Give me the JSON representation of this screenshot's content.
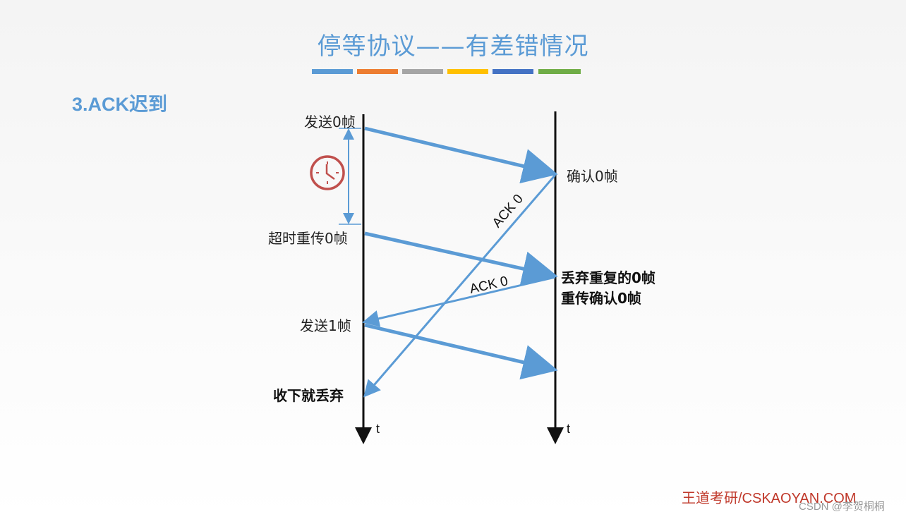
{
  "title": "停等协议——有差错情况",
  "subtitle": "3.ACK迟到",
  "color_bar": [
    "#5b9bd5",
    "#ed7d31",
    "#a5a5a5",
    "#ffc000",
    "#4472c4",
    "#70ad47"
  ],
  "sender_labels": {
    "send0": "发送0帧",
    "timeout": "超时重传0帧",
    "send1": "发送1帧",
    "discard": "收下就丢弃"
  },
  "receiver_labels": {
    "confirm0": "确认0帧",
    "drop_dup": "丢弃重复的0帧",
    "reconfirm": "重传确认0帧"
  },
  "ack_labels": [
    "ACK 0",
    "ACK 0"
  ],
  "time_axis_label": "t",
  "brand": "王道考研/CSKAOYAN.COM",
  "watermark": "CSDN @李贺桐桐",
  "colors": {
    "accent": "#5b9bd5",
    "clock": "#c0504d",
    "brand": "#c0392b"
  }
}
